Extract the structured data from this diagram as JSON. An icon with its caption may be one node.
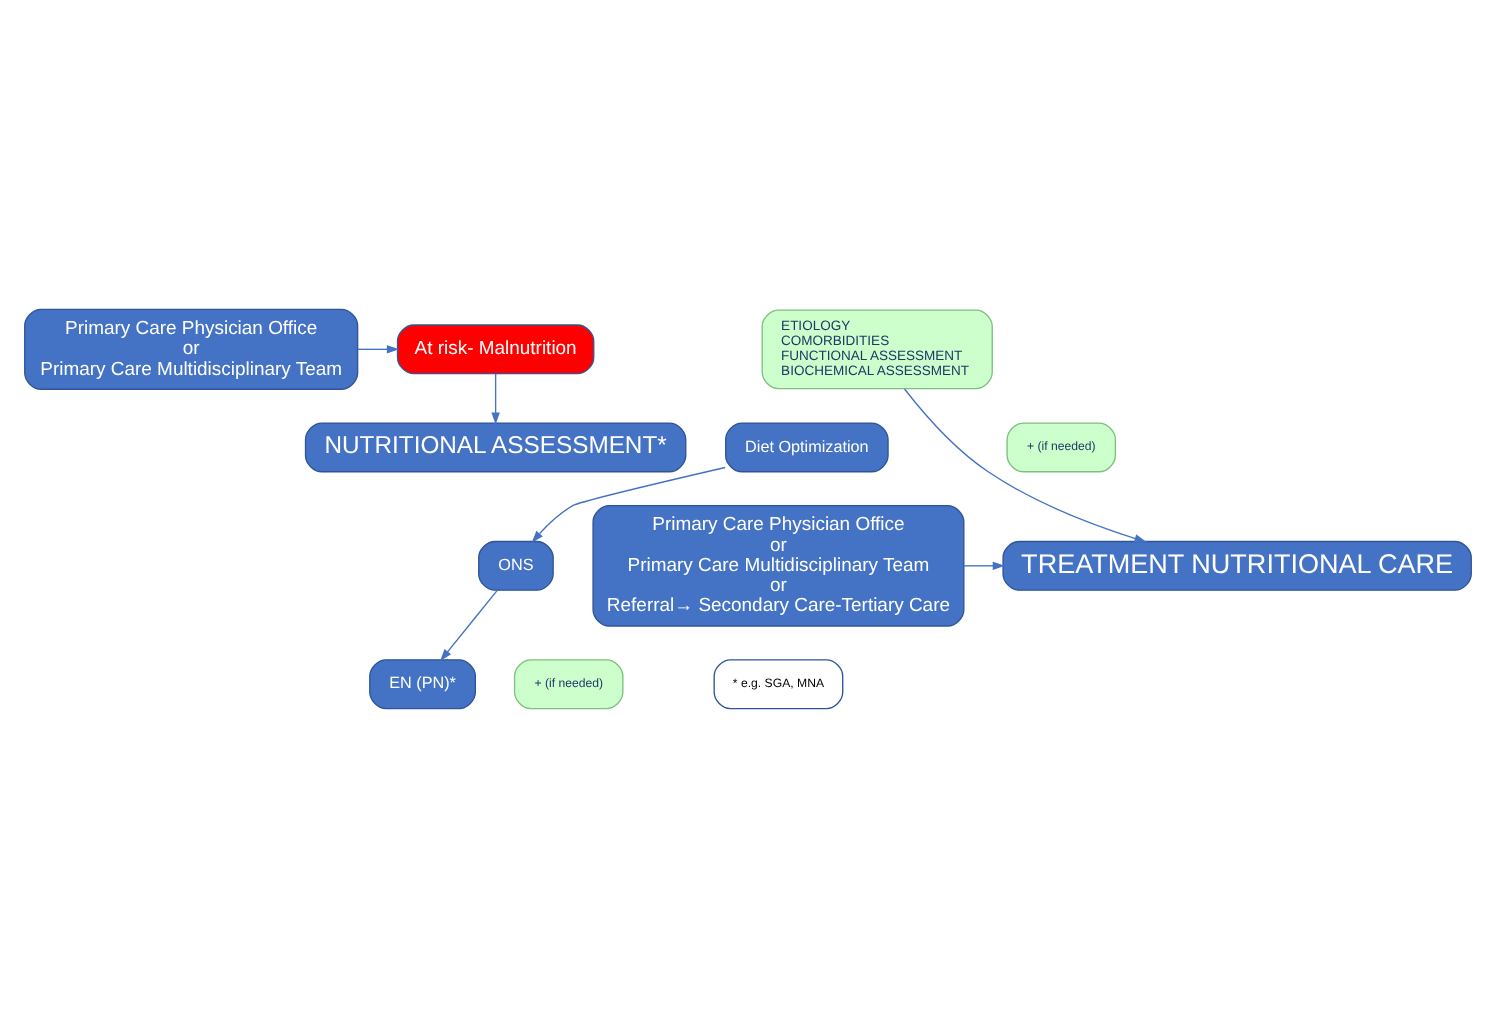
{
  "diagram": {
    "nodes": [
      {
        "text": [
          "Primary Care Physician Office",
          "or",
          "Primary Care Multidisciplinary Team"
        ]
      },
      {
        "text": [
          "At risk- Malnutrition"
        ]
      },
      {
        "text": [
          "NUTRITIONAL ASSESSMENT*"
        ]
      },
      {
        "text": [
          "ETIOLOGY",
          "COMORBIDITIES",
          "FUNCTIONAL ASSESSMENT",
          "BIOCHEMICAL ASSESSMENT"
        ]
      },
      {
        "text": [
          "Primary Care Physician Office",
          "or",
          "Primary Care Multidisciplinary Team",
          "or",
          "Referral→ Secondary Care-Tertiary Care"
        ]
      },
      {
        "text": [
          "TREATMENT NUTRITIONAL CARE"
        ]
      },
      {
        "text": [
          "Diet Optimization"
        ]
      },
      {
        "text": [
          "+ (if needed)"
        ]
      },
      {
        "text": [
          "ONS"
        ]
      },
      {
        "text": [
          "+ (if needed)"
        ]
      },
      {
        "text": [
          "EN (PN)*"
        ]
      },
      {
        "text": [
          "* e.g. SGA, MNA"
        ]
      }
    ],
    "edges": [
      {
        "from": 0,
        "to": 1,
        "arrow": "to"
      },
      {
        "from": 1,
        "to": 2,
        "arrow": "to"
      },
      {
        "from": 3,
        "to": 5,
        "arrow": "to"
      },
      {
        "from": 4,
        "to": 5,
        "arrow": "to"
      },
      {
        "from": 6,
        "to": 8,
        "arrow": "to"
      },
      {
        "from": 8,
        "to": 10,
        "arrow": "to"
      }
    ]
  }
}
